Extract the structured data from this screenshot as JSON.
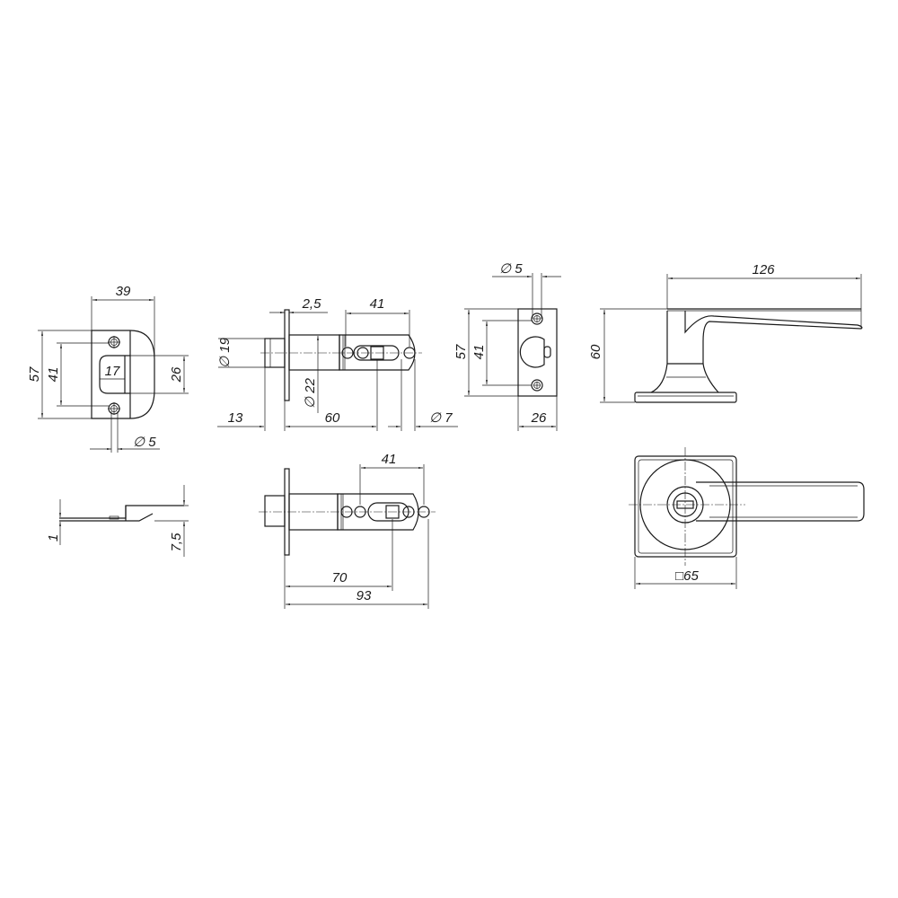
{
  "colors": {
    "line": "#1a1a1a",
    "background": "#ffffff"
  },
  "strike_plate_front": {
    "width": "39",
    "height": "57",
    "hole_spacing": "41",
    "opening_height": "26",
    "opening_width": "17",
    "hole_diameter": "∅ 5"
  },
  "strike_plate_side": {
    "thickness": "1",
    "depth": "7,5"
  },
  "latch_side": {
    "faceplate": "2,5",
    "hole_spacing": "41",
    "bolt_diameter": "∅ 19",
    "tube_diameter": "∅ 22",
    "bolt_projection": "13",
    "backset": "60",
    "hole_diameter": "∅ 7"
  },
  "latch_extended": {
    "hole_spacing": "41",
    "backset": "70",
    "length": "93"
  },
  "strike_square": {
    "hole_diameter": "∅ 5",
    "height": "57",
    "hole_spacing": "41",
    "width": "26"
  },
  "handle_side": {
    "length": "126",
    "height": "60"
  },
  "handle_front": {
    "rose_size": "□65"
  }
}
